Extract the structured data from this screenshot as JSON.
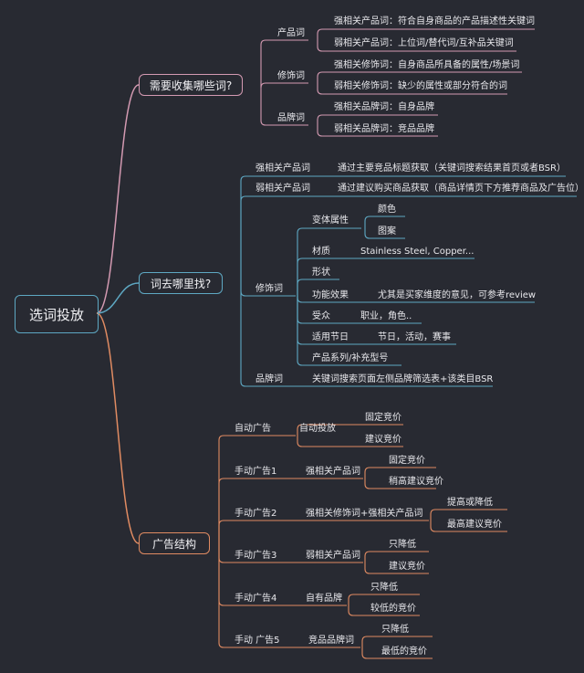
{
  "colors": {
    "background": "#282a32",
    "pink": "#d49ab2",
    "blue": "#5ea8c3",
    "orange": "#e08b62",
    "text": "#e8e8ec"
  },
  "root": "选词投放",
  "sections": [
    {
      "label": "需要收集哪些词?",
      "groups": [
        {
          "label": "产品词",
          "items": [
            "强相关产品词：符合自身商品的产品描述性关键词",
            "弱相关产品词：上位词/替代词/互补品关键词"
          ]
        },
        {
          "label": "修饰词",
          "items": [
            "强相关修饰词：自身商品所具备的属性/场景词",
            "弱相关修饰词：缺少的属性或部分符合的词"
          ]
        },
        {
          "label": "品牌词",
          "items": [
            "强相关品牌词：自身品牌",
            "弱相关品牌词：竞品品牌"
          ]
        }
      ]
    },
    {
      "label": "词去哪里找?",
      "rows": [
        {
          "label": "强相关产品词",
          "note": "通过主要竞品标题获取（关键词搜索结果首页或者BSR）"
        },
        {
          "label": "弱相关产品词",
          "note": "通过建议购买商品获取（商品详情页下方推荐商品及广告位）"
        }
      ],
      "modifier": {
        "label": "修饰词",
        "variant": {
          "label": "变体属性",
          "items": [
            "颜色",
            "图案"
          ]
        },
        "items": [
          {
            "label": "材质",
            "note": "Stainless Steel, Copper..."
          },
          {
            "label": "形状",
            "note": ""
          },
          {
            "label": "功能效果",
            "note": "尤其是买家维度的意见，可参考review"
          },
          {
            "label": "受众",
            "note": "职业，角色.."
          },
          {
            "label": "适用节日",
            "note": "节日，活动，赛事"
          },
          {
            "label": "产品系列/补充型号",
            "note": ""
          }
        ]
      },
      "brand": {
        "label": "品牌词",
        "note": "关键词搜索页面左侧品牌筛选表+该类目BSR"
      }
    },
    {
      "label": "广告结构",
      "campaigns": [
        {
          "label": "自动广告",
          "target": "自动投放",
          "bids": [
            "固定竞价",
            "建议竞价"
          ]
        },
        {
          "label": "手动广告1",
          "target": "强相关产品词",
          "bids": [
            "固定竞价",
            "稍高建议竞价"
          ]
        },
        {
          "label": "手动广告2",
          "target": "强相关修饰词+强相关产品词",
          "bids": [
            "提高或降低",
            "最高建议竞价"
          ]
        },
        {
          "label": "手动广告3",
          "target": "弱相关产品词",
          "bids": [
            "只降低",
            "建议竞价"
          ]
        },
        {
          "label": "手动广告4",
          "target": "自有品牌",
          "bids": [
            "只降低",
            "较低的竞价"
          ]
        },
        {
          "label": "手动 广告5",
          "target": "竞品品牌词",
          "bids": [
            "只降低",
            "最低的竞价"
          ]
        }
      ]
    }
  ]
}
